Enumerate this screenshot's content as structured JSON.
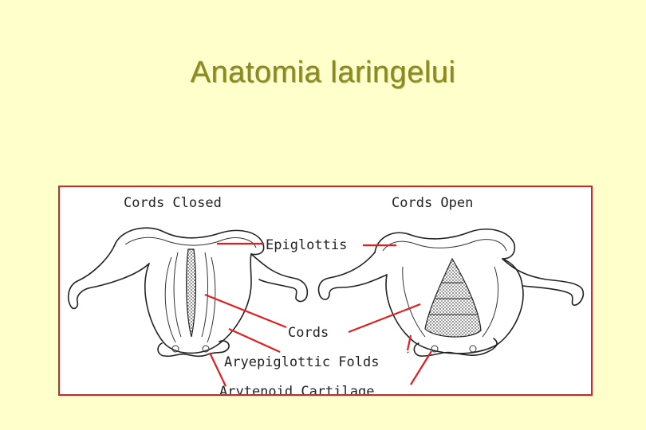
{
  "title": "Anatomia laringelui",
  "diagram": {
    "labels": {
      "cords_closed": "Cords Closed",
      "cords_open": "Cords Open",
      "epiglottis": "Epiglottis",
      "cords": "Cords",
      "aryepiglottic_folds": "Aryepiglottic Folds",
      "arytenoid_cartilage": "Arytenoid Cartilage"
    },
    "colors": {
      "background": "#ffffcc",
      "title": "#8a8a1e",
      "pointer": "#e02020",
      "frame": "#e02020"
    }
  }
}
